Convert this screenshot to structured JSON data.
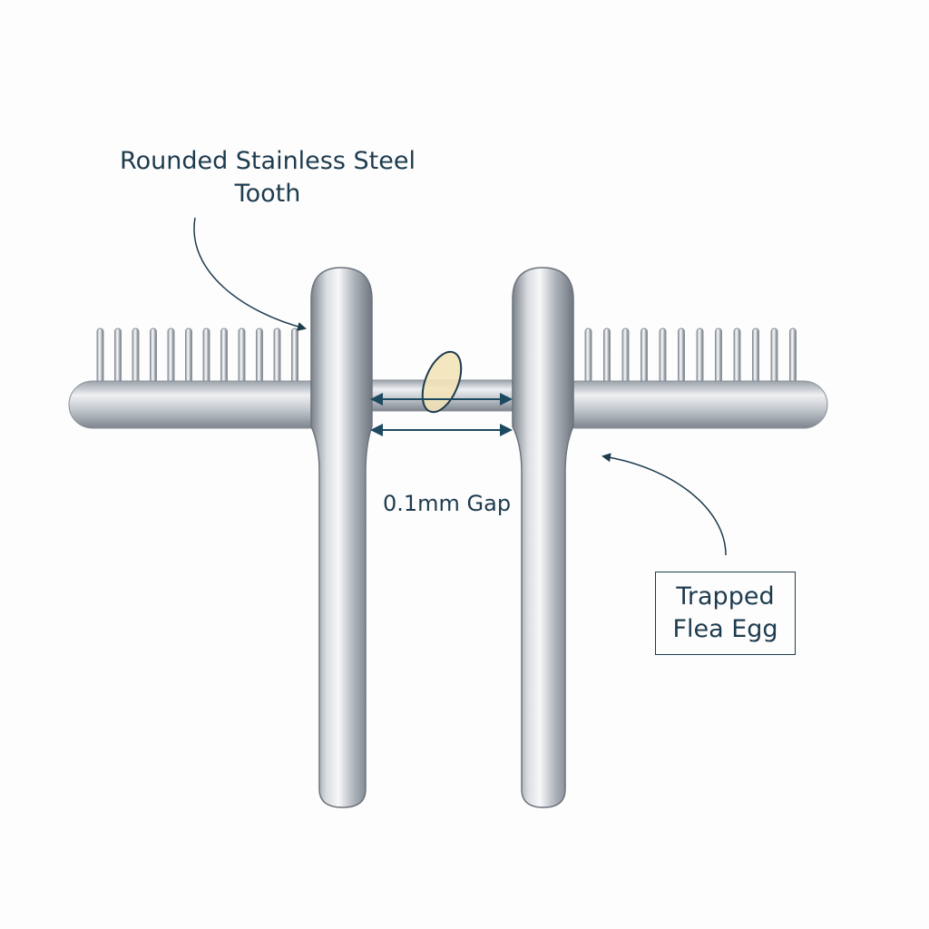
{
  "labels": {
    "tooth_line1": "Rounded Stainless Steel",
    "tooth_line2": "Tooth",
    "gap": "0.1mm Gap",
    "egg_line1": "Trapped",
    "egg_line2": "Flea Egg"
  },
  "colors": {
    "text": "#1d3b4e",
    "egg": "#f3e3b8",
    "steel": "#b8bec6"
  }
}
